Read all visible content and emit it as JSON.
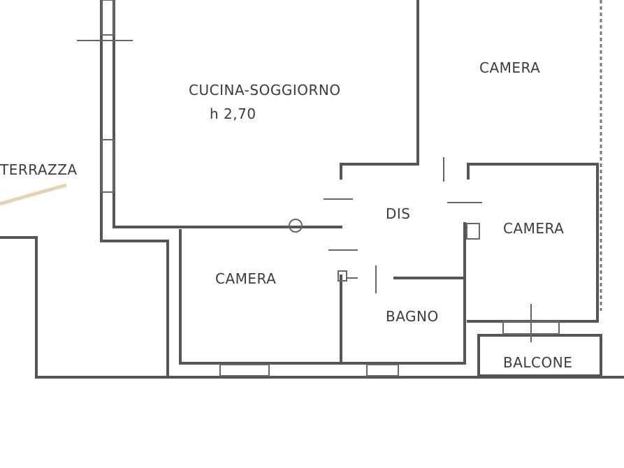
{
  "rooms": {
    "cucina": "CUCINA-SOGGIORNO",
    "height": "h 2,70",
    "terrazza": "TERRAZZA",
    "camera_top": "CAMERA",
    "dis": "DIS",
    "camera_right": "CAMERA",
    "camera_bottom": "CAMERA",
    "bagno": "BAGNO",
    "balcone": "BALCONE"
  },
  "colors": {
    "wall": "#555555",
    "text": "#3c3c3c",
    "terrace_accent": "#e6d2b0"
  }
}
